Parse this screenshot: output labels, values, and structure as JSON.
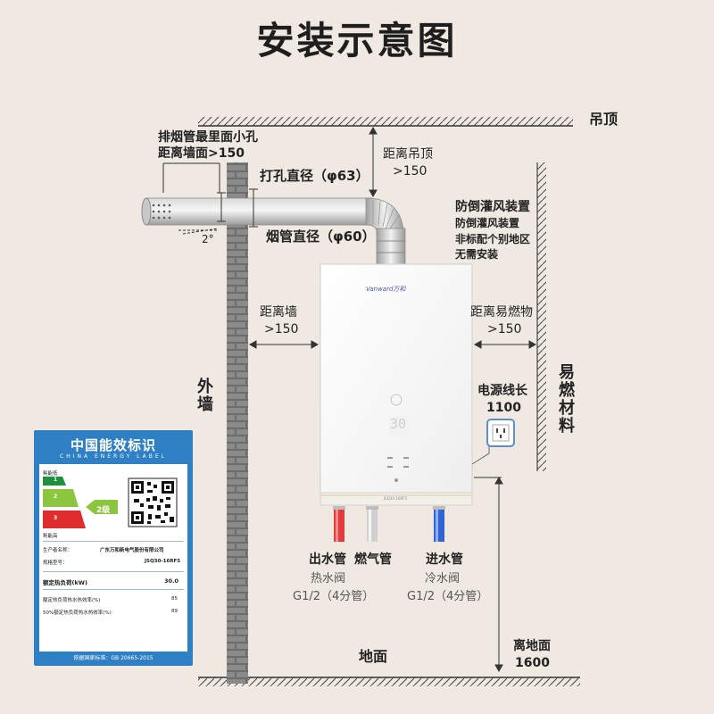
{
  "title": "安装示意图",
  "labels": {
    "ceiling": "吊顶",
    "floor": "地面",
    "outer_wall": "外墙",
    "flammable": "易燃材料",
    "flue_hole_line1": "排烟管最里面小孔",
    "flue_hole_line2": "距离墙面>150",
    "angle": "2°",
    "drill_diameter": "打孔直径（φ63）",
    "pipe_diameter": "烟管直径（φ60）",
    "ceiling_dist_line1": "距离吊顶",
    "ceiling_dist_line2": ">150",
    "anti_wind_title": "防倒灌风装置",
    "anti_wind_line1": "防倒灌风装置",
    "anti_wind_line2": "非标配个别地区",
    "anti_wind_line3": "无需安装",
    "wall_dist_line1": "距离墙",
    "wall_dist_line2": ">150",
    "flammable_dist_line1": "距离易燃物",
    "flammable_dist_line2": ">150",
    "power_line1": "电源线长",
    "power_line2": "1100",
    "outlet": "出水管",
    "gas": "燃气管",
    "inlet": "进水管",
    "hot_valve_line1": "热水阀",
    "hot_valve_line2": "G1/2（4分管）",
    "cold_valve_line1": "冷水阀",
    "cold_valve_line2": "G1/2（4分管）",
    "ground_dist_line1": "离地面",
    "ground_dist_line2": "1600"
  },
  "heater": {
    "brand": "Vanward万和",
    "display_value": "30",
    "model_strip": "JSQ30-16RF5"
  },
  "energy_label": {
    "title": "中国能效标识",
    "subtitle": "CHINA ENERGY LABEL",
    "low": "耗能低",
    "high": "耗能高",
    "grades": [
      "1",
      "2",
      "3"
    ],
    "grade_colors": [
      "#1e8f3e",
      "#8cc63f",
      "#e02c2c"
    ],
    "grade_badge": "2级",
    "manufacturer_label": "生产者名称：",
    "manufacturer": "广东万和新电气股份有限公司",
    "model_label": "规格型号：",
    "model": "JSQ30-16RF5",
    "rated_load_label": "额定热负荷(kW)",
    "rated_load": "30.0",
    "eff1_label": "额定热负荷热水热效率(%)",
    "eff1": "85",
    "eff2_label": "50%额定热负荷热水热效率(%)",
    "eff2": "89",
    "footer": "依据国家标准：GB 20665-2015"
  }
}
